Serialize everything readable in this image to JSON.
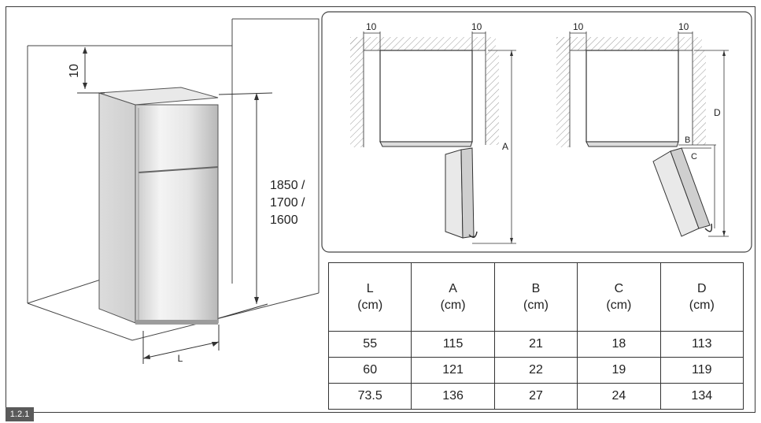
{
  "figure": {
    "section_label": "1.2.1",
    "fridge_clearance_top": "10",
    "height_options": [
      "1850 /",
      "1700 /",
      "1600"
    ],
    "width_label": "L",
    "left_view": {
      "gap_left": "10",
      "gap_right": "10",
      "dim_a": "A"
    },
    "right_view": {
      "gap_left": "10",
      "gap_right": "10",
      "dim_b": "B",
      "dim_c": "C",
      "dim_d": "D"
    }
  },
  "table": {
    "headers": [
      {
        "name": "L",
        "unit": "(cm)"
      },
      {
        "name": "A",
        "unit": "(cm)"
      },
      {
        "name": "B",
        "unit": "(cm)"
      },
      {
        "name": "C",
        "unit": "(cm)"
      },
      {
        "name": "D",
        "unit": "(cm)"
      }
    ],
    "rows": [
      [
        "55",
        "115",
        "21",
        "18",
        "113"
      ],
      [
        "60",
        "121",
        "22",
        "19",
        "119"
      ],
      [
        "73.5",
        "136",
        "27",
        "24",
        "134"
      ]
    ]
  },
  "colors": {
    "line": "#333333",
    "hatch": "#9a9a9a",
    "fridge_light": "#efefef",
    "fridge_dark": "#bdbdbd"
  }
}
